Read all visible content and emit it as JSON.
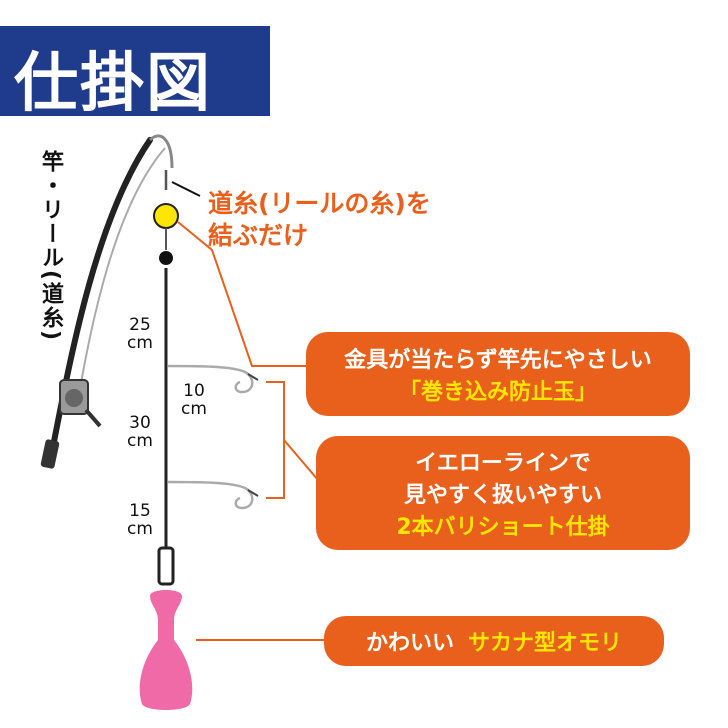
{
  "title": "仕掛図",
  "rod_label": "竿・リール(道糸)",
  "line_note": {
    "line1": "道糸(リールの糸)を",
    "line2": "結ぶだけ"
  },
  "dimensions": {
    "d1": "25\ncm",
    "d2": "10\ncm",
    "d3": "30\ncm",
    "d4": "15\ncm"
  },
  "bubble1": {
    "line1": "金具が当たらず竿先にやさしい",
    "line2": "「巻き込み防止玉」"
  },
  "bubble2": {
    "line1": "イエローラインで",
    "line2": "見やすく扱いやすい",
    "line3": "2本バリショート仕掛"
  },
  "bubble3": {
    "part1": "かわいい",
    "part2": "サカナ型オモリ"
  },
  "colors": {
    "title_bg": "#1f3b8c",
    "accent": "#e8601c",
    "highlight": "#ffe600",
    "sinker": "#ef6aa6"
  }
}
